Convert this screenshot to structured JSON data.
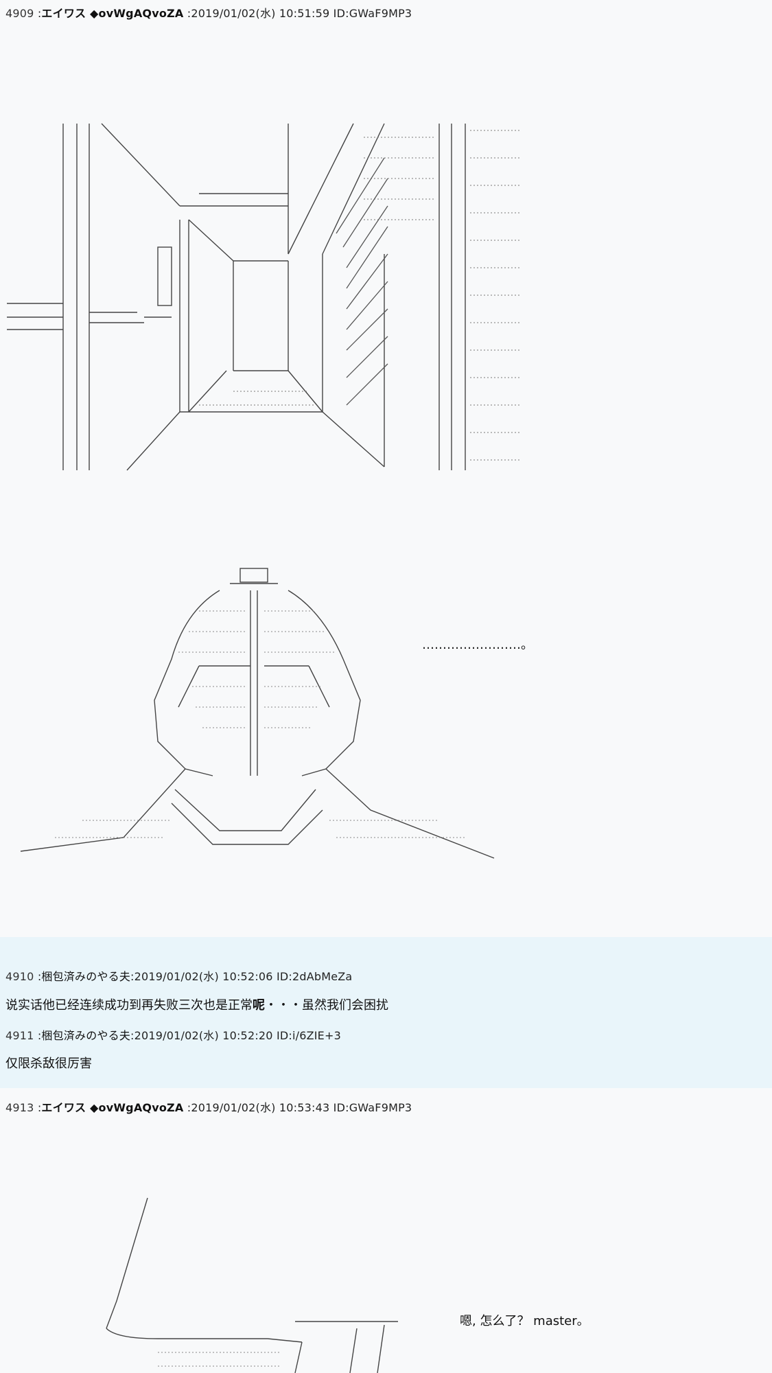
{
  "posts": [
    {
      "number": "4909",
      "separator": " :",
      "name": "エイワス",
      "trip": " ◆ovWgAQvoZA",
      "datetime": " :2019/01/02(水) 10:51:59",
      "id": " ID:GWaF9MP3",
      "dialog": "……………………。"
    },
    {
      "number": "4910",
      "separator": " :",
      "name": "梱包済みのやる夫",
      "datetime": ":2019/01/02(水) 10:52:06",
      "id": " ID:2dAbMeZa",
      "text_a": "说实话他已经连续成功到再失败三次也是正常",
      "text_b": "呢",
      "text_c": "・・・虽然我们会困扰"
    },
    {
      "number": "4911",
      "separator": " :",
      "name": "梱包済みのやる夫",
      "datetime": ":2019/01/02(水) 10:52:20",
      "id": " ID:i/6ZIE+3",
      "text": "仅限杀敌很厉害"
    },
    {
      "number": "4913",
      "separator": " :",
      "name": "エイワス",
      "trip": " ◆ovWgAQvoZA",
      "datetime": " :2019/01/02(水) 10:53:43",
      "id": " ID:GWaF9MP3",
      "dialog": "嗯, 怎么了？ master。"
    }
  ],
  "colors": {
    "background": "#f8f9fa",
    "highlight_background": "#e9f5fa",
    "text": "#111111",
    "ascii_line": "#333333"
  }
}
